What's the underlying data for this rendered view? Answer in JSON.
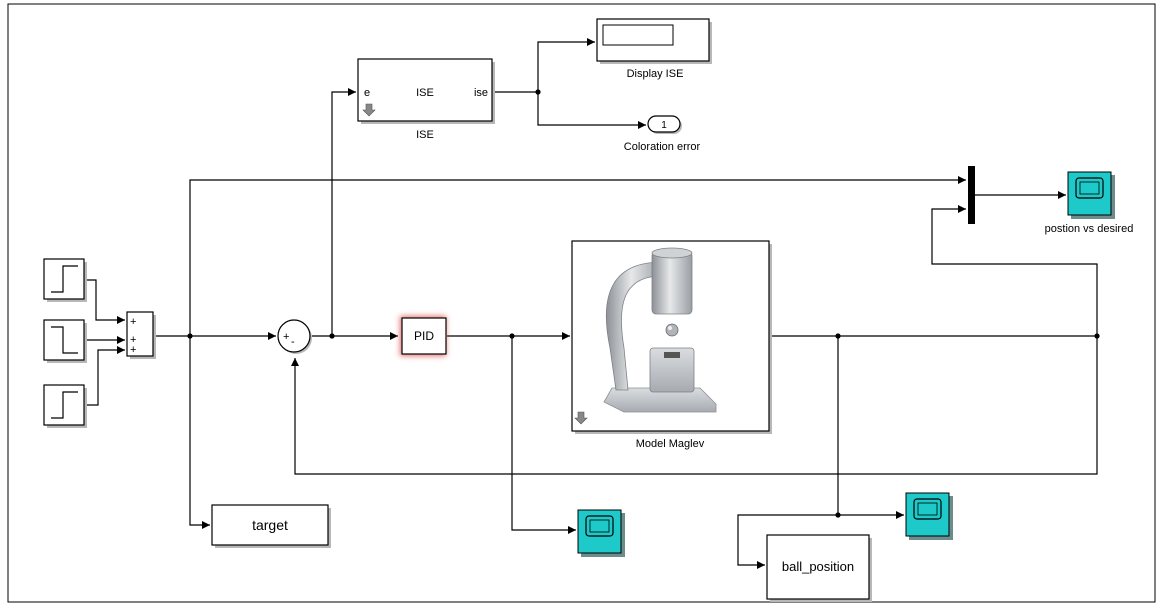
{
  "blocks": {
    "sum_signs": [
      "+",
      "+",
      "+"
    ],
    "error_sum_signs": [
      "+",
      "-"
    ],
    "ise": {
      "name": "ISE",
      "port_in": "e",
      "port_out": "ise",
      "caption": "ISE"
    },
    "display": {
      "caption": "Display ISE",
      "value": ""
    },
    "outport": {
      "number": "1",
      "caption": "Coloration error"
    },
    "pid": {
      "label": "PID"
    },
    "plant": {
      "caption": "Model Maglev"
    },
    "scope_top": {
      "caption": "postion vs desired"
    },
    "target": {
      "label": "target"
    },
    "ball_position": {
      "label": "ball_position"
    }
  },
  "colors": {
    "scope_fill": "#1ec9c9",
    "pid_glow": "#e35656",
    "wire": "#000000"
  },
  "icons": {
    "step_sources": [
      "step-up-icon",
      "step-down-icon",
      "step-up-icon"
    ],
    "scopes": [
      "scope-icon",
      "scope-icon",
      "scope-icon"
    ],
    "mux": "mux-bar-icon",
    "plant_image": "maglev-device-icon",
    "subsystem_marker": "down-arrow-icon"
  }
}
